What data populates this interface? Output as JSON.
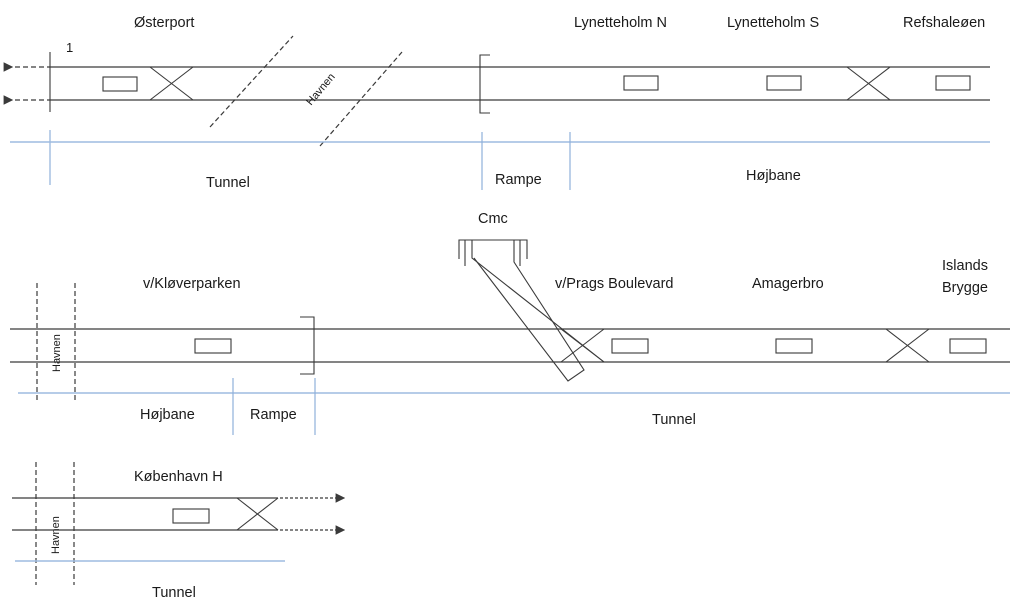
{
  "diagram": {
    "section1": {
      "track_number": "1",
      "stations": [
        "Østerport",
        "Lynetteholm N",
        "Lynetteholm S",
        "Refshaleøen"
      ],
      "harbour_label": "Havnen",
      "segments": [
        "Tunnel",
        "Rampe",
        "Højbane"
      ]
    },
    "section2": {
      "depot_label": "Cmc",
      "stations": [
        "v/Kløverparken",
        "v/Prags Boulevard",
        "Amagerbro"
      ],
      "station_islands_line1": "Islands",
      "station_islands_line2": "Brygge",
      "harbour_label": "Havnen",
      "segments": [
        "Højbane",
        "Rampe",
        "Tunnel"
      ]
    },
    "section3": {
      "stations": [
        "København H"
      ],
      "harbour_label": "Havnen",
      "segments": [
        "Tunnel"
      ]
    }
  }
}
